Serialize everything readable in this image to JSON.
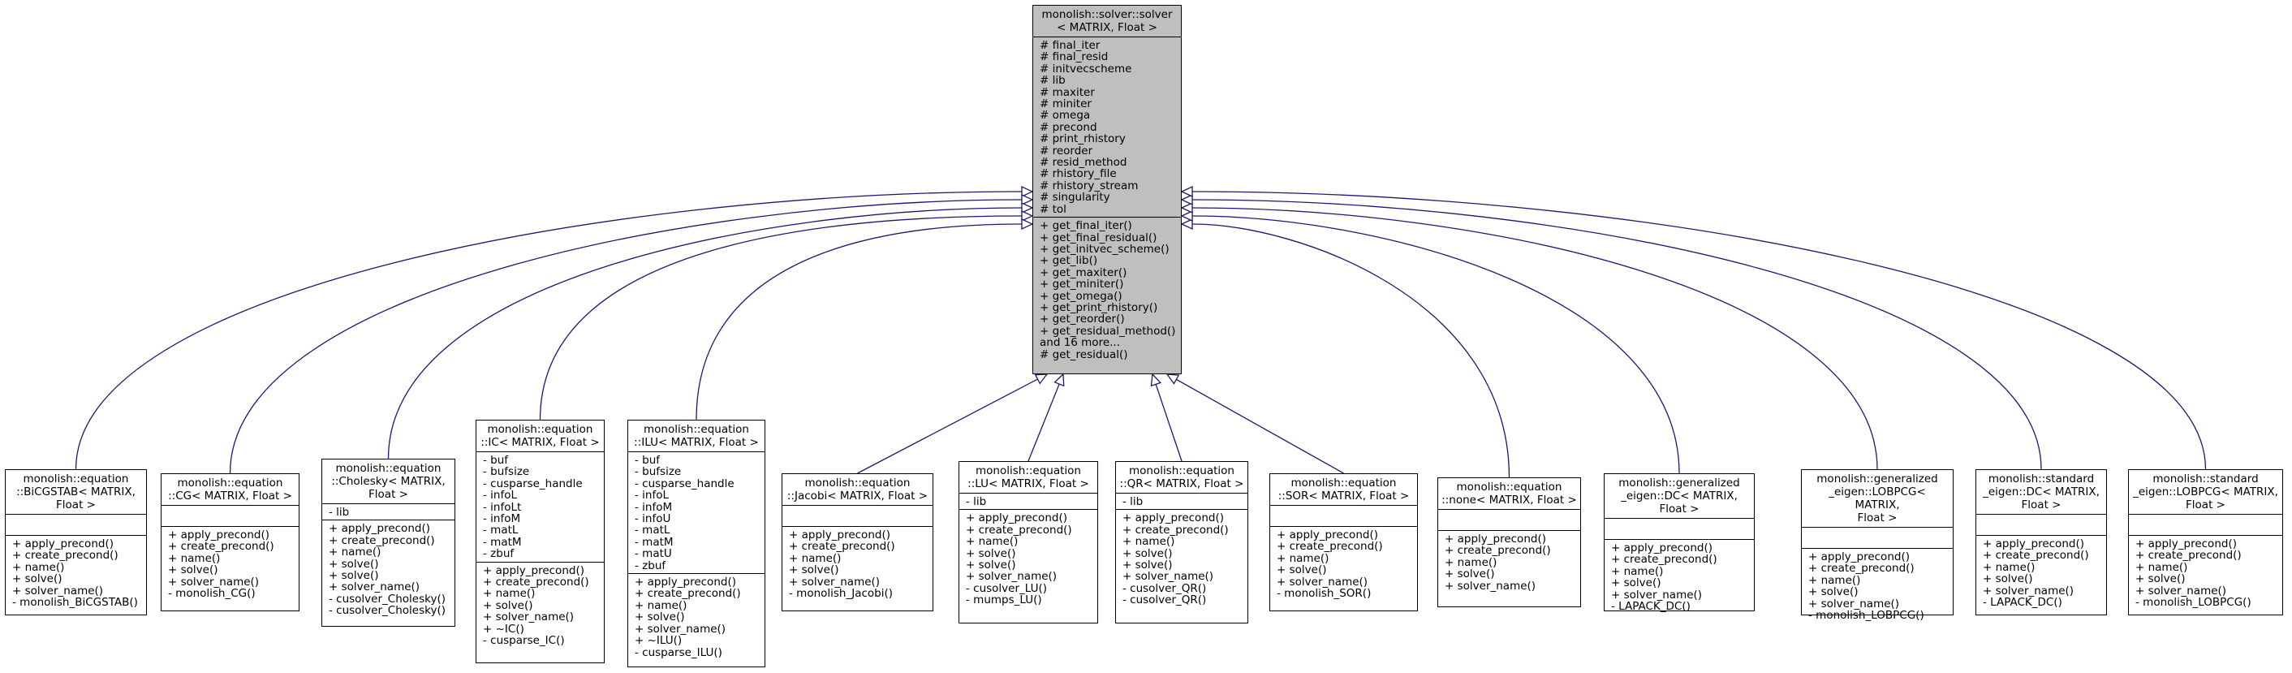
{
  "base": {
    "title": [
      "monolish::solver::solver",
      "< MATRIX, Float >"
    ],
    "attributes": [
      "# final_iter",
      "# final_resid",
      "# initvecscheme",
      "# lib",
      "# maxiter",
      "# miniter",
      "# omega",
      "# precond",
      "# print_rhistory",
      "# reorder",
      "# resid_method",
      "# rhistory_file",
      "# rhistory_stream",
      "# singularity",
      "# tol"
    ],
    "methods": [
      "+ get_final_iter()",
      "+ get_final_residual()",
      "+ get_initvec_scheme()",
      "+ get_lib()",
      "+ get_maxiter()",
      "+ get_miniter()",
      "+ get_omega()",
      "+ get_print_rhistory()",
      "+ get_reorder()",
      "+ get_residual_method()",
      "and 16 more...",
      "# get_residual()"
    ]
  },
  "classes": [
    {
      "title": [
        "monolish::equation",
        "::BiCGSTAB< MATRIX,",
        "Float >"
      ],
      "attributes": [],
      "methods": [
        "+ apply_precond()",
        "+ create_precond()",
        "+ name()",
        "+ solve()",
        "+ solver_name()",
        "- monolish_BiCGSTAB()"
      ]
    },
    {
      "title": [
        "monolish::equation",
        "::CG< MATRIX, Float >"
      ],
      "attributes": [],
      "methods": [
        "+ apply_precond()",
        "+ create_precond()",
        "+ name()",
        "+ solve()",
        "+ solver_name()",
        "- monolish_CG()"
      ]
    },
    {
      "title": [
        "monolish::equation",
        "::Cholesky< MATRIX,",
        "Float >"
      ],
      "attributes": [
        "- lib"
      ],
      "methods": [
        "+ apply_precond()",
        "+ create_precond()",
        "+ name()",
        "+ solve()",
        "+ solve()",
        "+ solver_name()",
        "- cusolver_Cholesky()",
        "- cusolver_Cholesky()"
      ]
    },
    {
      "title": [
        "monolish::equation",
        "::IC< MATRIX, Float >"
      ],
      "attributes": [
        "- buf",
        "- bufsize",
        "- cusparse_handle",
        "- infoL",
        "- infoLt",
        "- infoM",
        "- matL",
        "- matM",
        "- zbuf"
      ],
      "methods": [
        "+ apply_precond()",
        "+ create_precond()",
        "+ name()",
        "+ solve()",
        "+ solver_name()",
        "+ ~IC()",
        "- cusparse_IC()"
      ]
    },
    {
      "title": [
        "monolish::equation",
        "::ILU< MATRIX, Float >"
      ],
      "attributes": [
        "- buf",
        "- bufsize",
        "- cusparse_handle",
        "- infoL",
        "- infoM",
        "- infoU",
        "- matL",
        "- matM",
        "- matU",
        "- zbuf"
      ],
      "methods": [
        "+ apply_precond()",
        "+ create_precond()",
        "+ name()",
        "+ solve()",
        "+ solver_name()",
        "+ ~ILU()",
        "- cusparse_ILU()"
      ]
    },
    {
      "title": [
        "monolish::equation",
        "::Jacobi< MATRIX, Float >"
      ],
      "attributes": [],
      "methods": [
        "+ apply_precond()",
        "+ create_precond()",
        "+ name()",
        "+ solve()",
        "+ solver_name()",
        "- monolish_Jacobi()"
      ]
    },
    {
      "title": [
        "monolish::equation",
        "::LU< MATRIX, Float >"
      ],
      "attributes": [
        "- lib"
      ],
      "methods": [
        "+ apply_precond()",
        "+ create_precond()",
        "+ name()",
        "+ solve()",
        "+ solve()",
        "+ solver_name()",
        "- cusolver_LU()",
        "- mumps_LU()"
      ]
    },
    {
      "title": [
        "monolish::equation",
        "::QR< MATRIX, Float >"
      ],
      "attributes": [
        "- lib"
      ],
      "methods": [
        "+ apply_precond()",
        "+ create_precond()",
        "+ name()",
        "+ solve()",
        "+ solve()",
        "+ solver_name()",
        "- cusolver_QR()",
        "- cusolver_QR()"
      ]
    },
    {
      "title": [
        "monolish::equation",
        "::SOR< MATRIX, Float >"
      ],
      "attributes": [],
      "methods": [
        "+ apply_precond()",
        "+ create_precond()",
        "+ name()",
        "+ solve()",
        "+ solver_name()",
        "- monolish_SOR()"
      ]
    },
    {
      "title": [
        "monolish::equation",
        "::none< MATRIX, Float >"
      ],
      "attributes": [],
      "methods": [
        "+ apply_precond()",
        "+ create_precond()",
        "+ name()",
        "+ solve()",
        "+ solver_name()"
      ]
    },
    {
      "title": [
        "monolish::generalized",
        "_eigen::DC< MATRIX, Float >"
      ],
      "attributes": [],
      "methods": [
        "+ apply_precond()",
        "+ create_precond()",
        "+ name()",
        "+ solve()",
        "+ solver_name()",
        "- LAPACK_DC()"
      ]
    },
    {
      "title": [
        "monolish::generalized",
        "_eigen::LOBPCG< MATRIX,",
        "Float >"
      ],
      "attributes": [],
      "methods": [
        "+ apply_precond()",
        "+ create_precond()",
        "+ name()",
        "+ solve()",
        "+ solver_name()",
        "- monolish_LOBPCG()"
      ]
    },
    {
      "title": [
        "monolish::standard",
        "_eigen::DC< MATRIX,",
        "Float >"
      ],
      "attributes": [],
      "methods": [
        "+ apply_precond()",
        "+ create_precond()",
        "+ name()",
        "+ solve()",
        "+ solver_name()",
        "- LAPACK_DC()"
      ]
    },
    {
      "title": [
        "monolish::standard",
        "_eigen::LOBPCG< MATRIX,",
        "Float >"
      ],
      "attributes": [],
      "methods": [
        "+ apply_precond()",
        "+ create_precond()",
        "+ name()",
        "+ solve()",
        "+ solver_name()",
        "- monolish_LOBPCG()"
      ]
    }
  ],
  "colors": {
    "edge": "#191970",
    "base_fill": "#bfbfbf",
    "node_fill": "#ffffff",
    "border": "#000000"
  }
}
